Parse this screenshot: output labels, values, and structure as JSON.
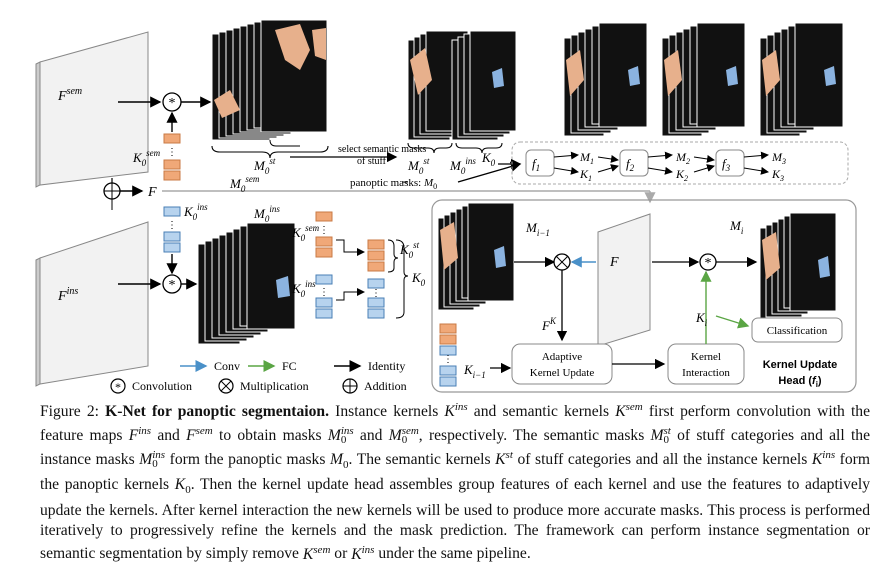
{
  "figure": {
    "feature_sem": "F^sem",
    "feature_ins": "F^ins",
    "feature_f": "F",
    "kernel_sem": "K_0^sem",
    "kernel_ins": "K_0^ins",
    "kernel_sem_2": "K_0^sem",
    "kernel_ins_2": "K_0^ins",
    "kernel_st": "K_0^st",
    "kernel_k0": "K_0",
    "mask_st": "M_0^st",
    "mask_ins": "M_0^ins",
    "mask_sem": "M_0^sem",
    "mask_ins_low": "M_0^ins",
    "mask_st_right": "M_0^st",
    "mask_ins_right": "M_0^ins",
    "select_text_1": "select semantic masks",
    "select_text_2": "of stuff",
    "panoptic_masks": "panoptic masks: M_0",
    "k0_label": "K_0",
    "f1": "f_1",
    "f2": "f_2",
    "f3": "f_3",
    "m1": "M_1",
    "k1": "K_1",
    "m2": "M_2",
    "k2": "K_2",
    "m3": "M_3",
    "k3": "K_3",
    "head": {
      "m_prev": "M_{i-1}",
      "m_i": "M_i",
      "f_label": "F",
      "fk": "F^K",
      "k_i": "K_i",
      "k_prev": "K_{i-1}",
      "adaptive": [
        "Adaptive",
        "Kernel Update"
      ],
      "interaction": [
        "Kernel",
        "Interaction"
      ],
      "classification": "Classification",
      "title": [
        "Kernel Update",
        "Head (f_i)"
      ]
    },
    "legend": {
      "conv": "Conv",
      "fc": "FC",
      "identity": "Identity",
      "convolution": "Convolution",
      "multiplication": "Multiplication",
      "addition": "Addition"
    },
    "colors": {
      "conv_arrow": "#4a90c8",
      "fc_arrow": "#5aa544",
      "kernel_orange": "#f0a878",
      "kernel_blue": "#b7d3ee"
    }
  },
  "caption": {
    "label": "Figure 2:",
    "title": "K-Net for panoptic segmentaion.",
    "body": [
      {
        "t": " Instance kernels "
      },
      {
        "m": "K^ins"
      },
      {
        "t": " and semantic kernels "
      },
      {
        "m": "K^sem"
      },
      {
        "t": " first perform convolution with the feature maps "
      },
      {
        "m": "F^ins"
      },
      {
        "t": " and "
      },
      {
        "m": "F^sem"
      },
      {
        "t": " to obtain masks "
      },
      {
        "m": "M_0^ins"
      },
      {
        "t": " and "
      },
      {
        "m": "M_0^sem"
      },
      {
        "t": ", respectively. The semantic masks "
      },
      {
        "m": "M_0^st"
      },
      {
        "t": " of stuff categories and all the instance masks "
      },
      {
        "m": "M_0^ins"
      },
      {
        "t": " form the panoptic masks "
      },
      {
        "m": "M_0"
      },
      {
        "t": ". The semantic kernels "
      },
      {
        "m": "K^st"
      },
      {
        "t": " of stuff categories and all the instance kernels "
      },
      {
        "m": "K^ins"
      },
      {
        "t": " form the panoptic kernels "
      },
      {
        "m": "K_0"
      },
      {
        "t": ". Then the kernel update head assembles group features of each kernel and use the features to adaptively update the kernels. After kernel interaction the new kernels will be used to produce more accurate masks. This process is performed iteratively to progressively refine the kernels and the mask prediction. The framework can perform instance segmentation or semantic segmentation by simply remove "
      },
      {
        "m": "K^sem"
      },
      {
        "t": " or "
      },
      {
        "m": "K^ins"
      },
      {
        "t": " under the same pipeline."
      }
    ]
  }
}
